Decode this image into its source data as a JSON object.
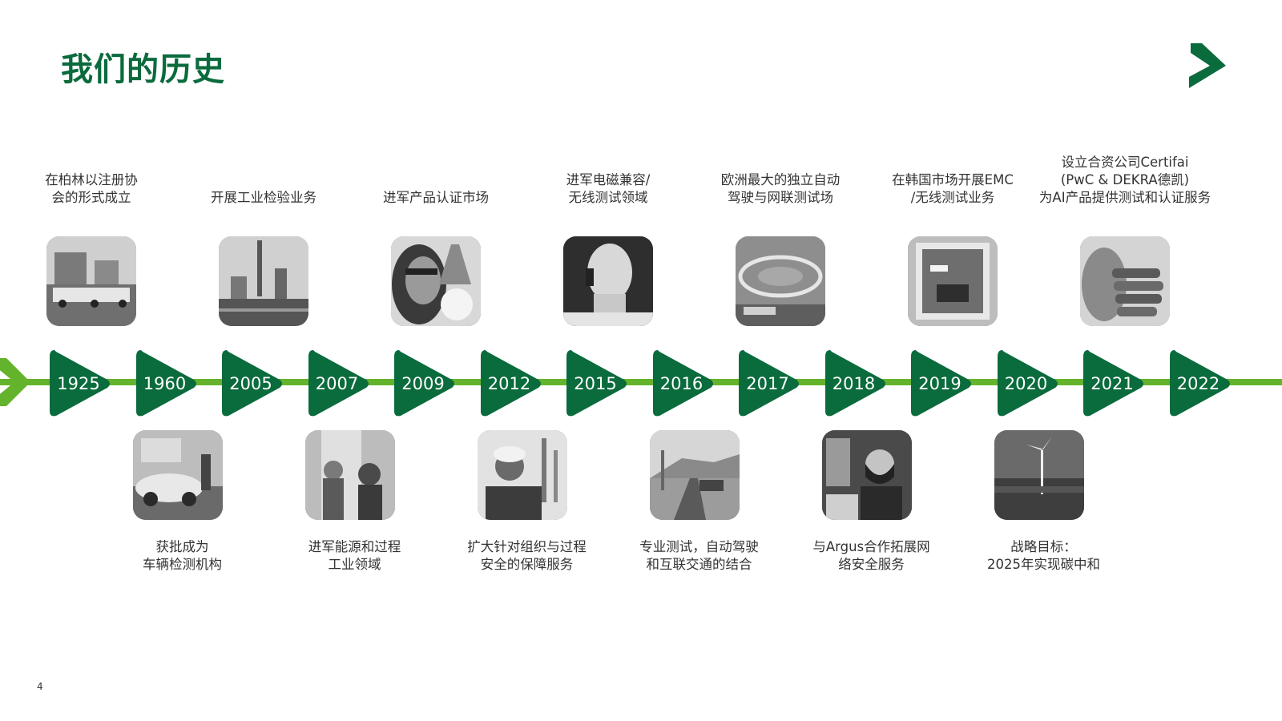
{
  "header": {
    "title": "我们的历史"
  },
  "brand": {
    "accent": "#0a6b3d",
    "line": "#64b32c",
    "logo_icon": "dekra-arrow-logo-icon"
  },
  "footer": {
    "page_number": "4"
  },
  "timeline": {
    "years": [
      "1925",
      "1960",
      "2005",
      "2007",
      "2009",
      "2012",
      "2015",
      "2016",
      "2017",
      "2018",
      "2019",
      "2020",
      "2021",
      "2022"
    ],
    "events": [
      {
        "year": "1925",
        "position": "top",
        "caption": [
          "在柏林以注册协",
          "会的形式成立"
        ],
        "image": "vintage-vehicle-fleet-photo"
      },
      {
        "year": "1960",
        "position": "bottom",
        "caption": [
          "获批成为",
          "车辆检测机构"
        ],
        "image": "classic-car-inspection-photo"
      },
      {
        "year": "2005",
        "position": "top",
        "caption": [
          "开展工业检验业务"
        ],
        "image": "industrial-plant-photo"
      },
      {
        "year": "2007",
        "position": "bottom",
        "caption": [
          "进军能源和过程",
          "工业领域"
        ],
        "image": "energy-workers-photo"
      },
      {
        "year": "2009",
        "position": "top",
        "caption": [
          "进军产品认证市场"
        ],
        "image": "product-testing-lamp-photo"
      },
      {
        "year": "2012",
        "position": "bottom",
        "caption": [
          "扩大针对组织与过程",
          "安全的保障服务"
        ],
        "image": "safety-engineer-photo"
      },
      {
        "year": "2015",
        "position": "top",
        "caption": [
          "进军电磁兼容/",
          "无线测试领域"
        ],
        "image": "emc-test-head-photo"
      },
      {
        "year": "2016",
        "position": "bottom",
        "caption": [
          "专业测试，自动驾驶",
          "和互联交通的结合"
        ],
        "image": "connected-road-photo"
      },
      {
        "year": "2017",
        "position": "top",
        "caption": [
          "欧洲最大的独立自动",
          "驾驶与网联测试场"
        ],
        "image": "test-track-aerial-photo"
      },
      {
        "year": "2018",
        "position": "bottom",
        "caption": [
          "与Argus合作拓展网",
          "络安全服务"
        ],
        "image": "cyber-security-analyst-photo"
      },
      {
        "year": "2019",
        "position": "top",
        "caption": [
          "在韩国市场开展EMC",
          "/无线测试业务"
        ],
        "image": "emc-chamber-photo"
      },
      {
        "year": "2020",
        "position": "bottom",
        "caption": [
          "战略目标：",
          "2025年实现碳中和"
        ],
        "image": "wind-turbine-photo"
      },
      {
        "year": "2021",
        "position": "top",
        "caption": [
          "设立合资公司Certifai",
          "(PwC & DEKRA德凯)",
          "为AI产品提供测试和认证服务"
        ],
        "image": "robot-hand-photo"
      }
    ]
  }
}
